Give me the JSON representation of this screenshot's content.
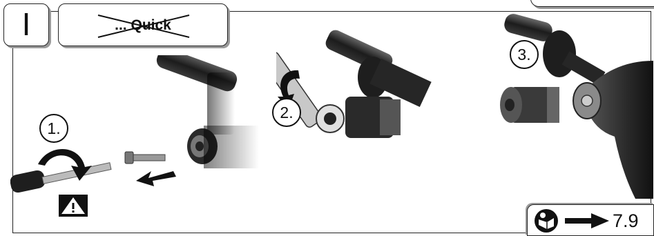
{
  "header": {
    "section_numeral": "I",
    "feature_label": "... Quick"
  },
  "steps": [
    {
      "number": "1."
    },
    {
      "number": "2."
    },
    {
      "number": "3."
    }
  ],
  "reference": {
    "icon": "read-manual-icon",
    "arrow": "arrow-right-icon",
    "section": "7.9"
  },
  "warning": {
    "icon": "warning-triangle-icon"
  }
}
